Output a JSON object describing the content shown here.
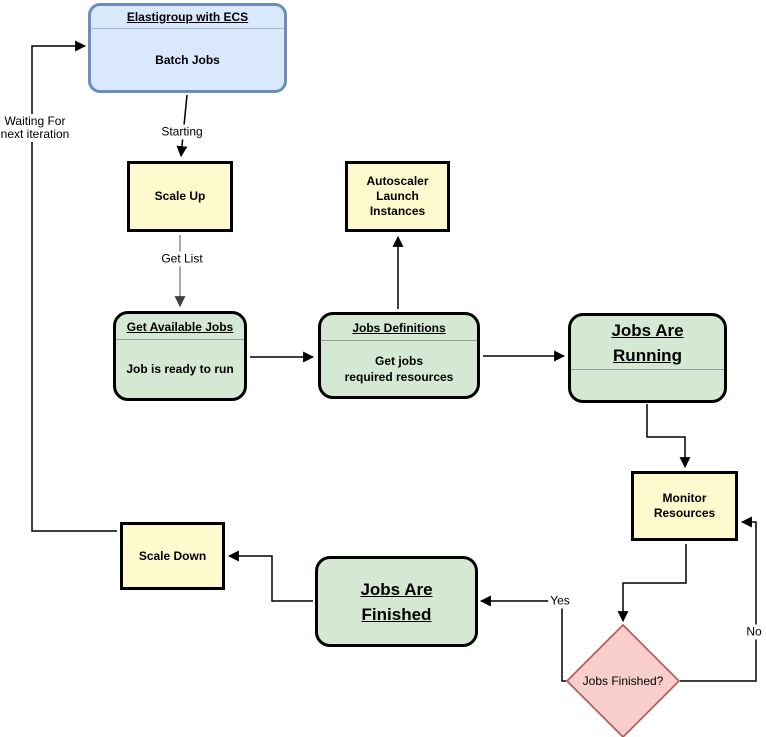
{
  "colors": {
    "blue_fill": "#dae8fc",
    "blue_border": "#6c8ebf",
    "yellow_fill": "#fffacd",
    "yellow_border": "#000000",
    "green_fill": "#d5e8d4",
    "green_border": "#000000",
    "pink_fill": "#f8cecc",
    "pink_border": "#b85450",
    "edge_black": "#000000",
    "edge_gray": "#8c8c8c"
  },
  "nodes": {
    "elastigroup": {
      "header": "Elastigroup with ECS",
      "body": "Batch Jobs"
    },
    "scale_up": {
      "label": "Scale Up"
    },
    "autoscaler": {
      "label": "Autoscaler\nLaunch\nInstances"
    },
    "get_available_jobs": {
      "header": "Get Available Jobs",
      "body": "Job is ready to run"
    },
    "jobs_definitions": {
      "header": "Jobs Definitions",
      "body": "Get jobs\nrequired resources"
    },
    "jobs_are_running": {
      "title": "Jobs Are\nRunning"
    },
    "monitor_resources": {
      "label": "Monitor\nResources"
    },
    "jobs_finished": {
      "label": "Jobs Finished?"
    },
    "jobs_are_finished": {
      "title": "Jobs Are\nFinished"
    },
    "scale_down": {
      "label": "Scale Down"
    }
  },
  "edge_labels": {
    "starting": "Starting",
    "get_list": "Get List",
    "yes": "Yes",
    "no": "No",
    "waiting": "Waiting For\nnext iteration"
  }
}
